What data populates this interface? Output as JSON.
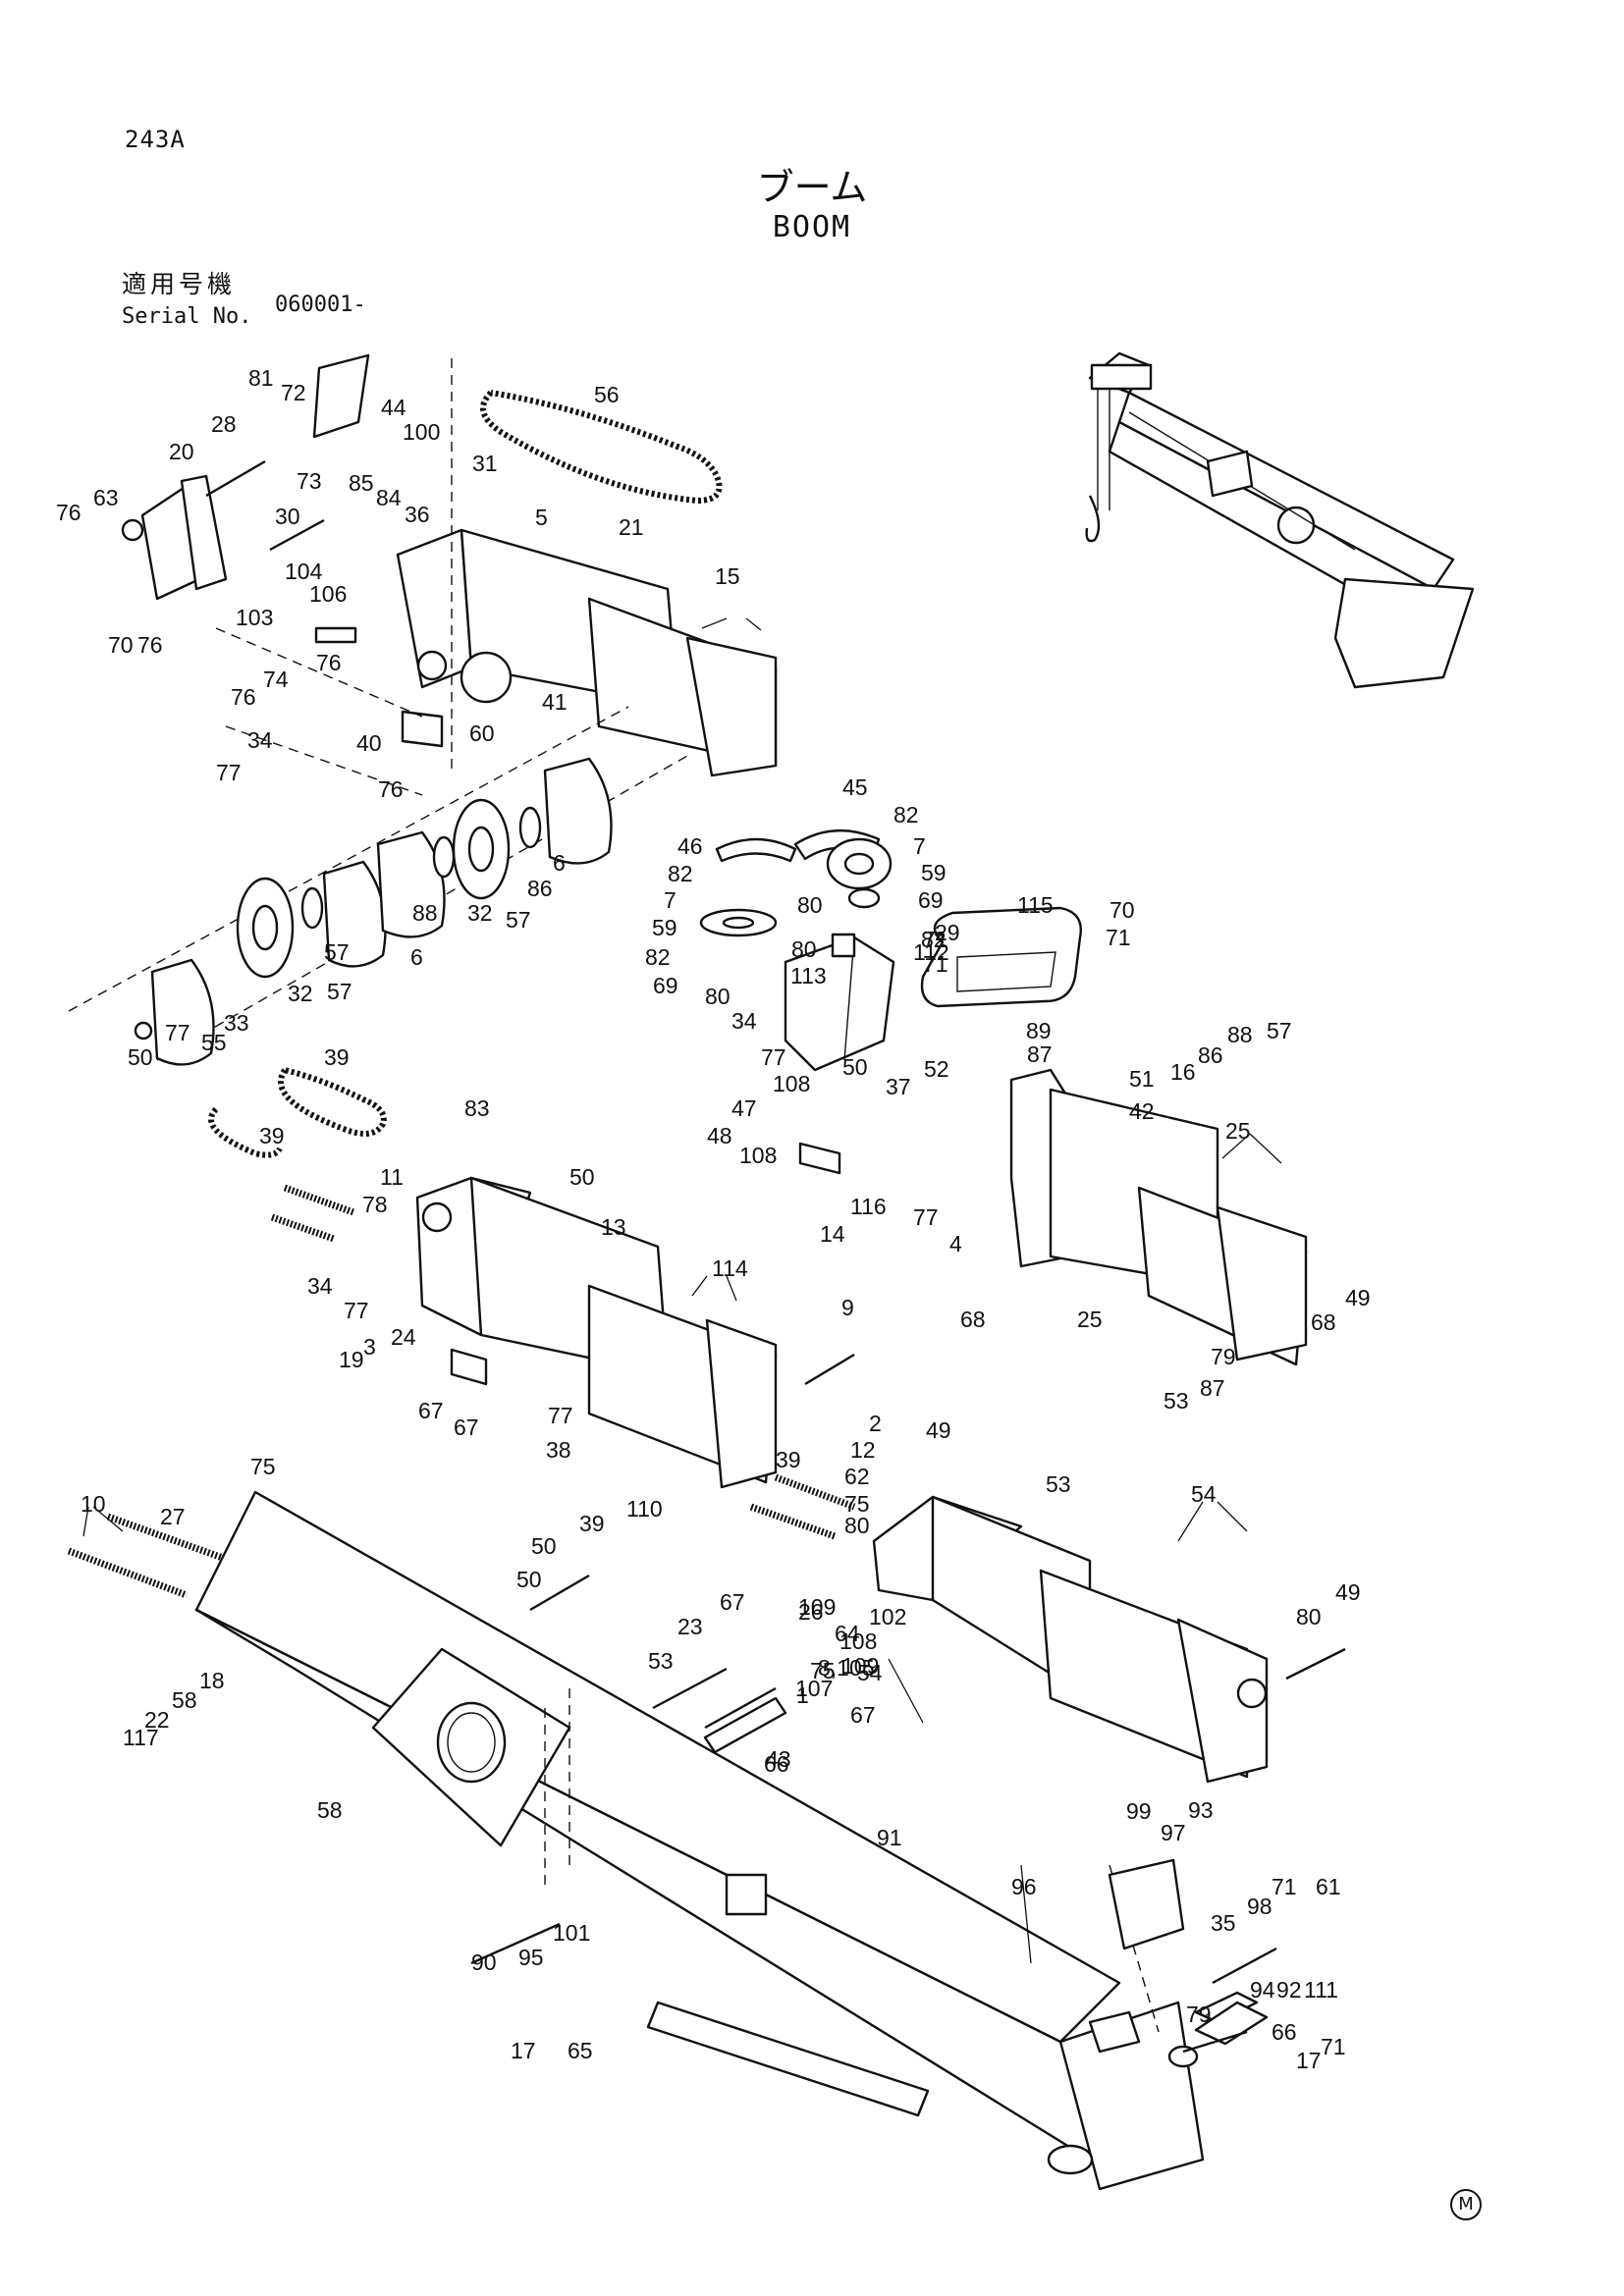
{
  "header": {
    "page_id": "243A",
    "title_jp": "ブーム",
    "title_en": "BOOM",
    "serial_label_jp": "適用号機",
    "serial_label_en": "Serial No.",
    "serial_value": "060001-"
  },
  "callouts": [
    "81",
    "72",
    "44",
    "56",
    "28",
    "20",
    "100",
    "31",
    "73",
    "85",
    "84",
    "36",
    "5",
    "21",
    "63",
    "76",
    "30",
    "104",
    "106",
    "15",
    "103",
    "76",
    "70",
    "76",
    "74",
    "76",
    "41",
    "60",
    "34",
    "77",
    "40",
    "76",
    "45",
    "82",
    "46",
    "7",
    "59",
    "82",
    "7",
    "69",
    "59",
    "82",
    "69",
    "80",
    "29",
    "71",
    "80",
    "113",
    "115",
    "70",
    "71",
    "82",
    "112",
    "71",
    "80",
    "34",
    "77",
    "50",
    "37",
    "89",
    "87",
    "52",
    "51",
    "42",
    "16",
    "86",
    "88",
    "57",
    "6",
    "86",
    "57",
    "32",
    "88",
    "57",
    "6",
    "57",
    "32",
    "33",
    "55",
    "77",
    "50",
    "39",
    "83",
    "11",
    "78",
    "50",
    "39",
    "13",
    "34",
    "77",
    "114",
    "108",
    "47",
    "48",
    "108",
    "116",
    "14",
    "77",
    "4",
    "25",
    "68",
    "25",
    "68",
    "79",
    "49",
    "53",
    "87",
    "19",
    "3",
    "24",
    "67",
    "67",
    "77",
    "38",
    "9",
    "110",
    "75",
    "27",
    "10",
    "50",
    "39",
    "50",
    "39",
    "2",
    "12",
    "62",
    "75",
    "49",
    "80",
    "53",
    "54",
    "23",
    "67",
    "26",
    "107",
    "109",
    "108",
    "102",
    "80",
    "49",
    "53",
    "54",
    "8,105",
    "1",
    "67",
    "43",
    "75",
    "64",
    "109",
    "66",
    "117",
    "22",
    "58",
    "18",
    "58",
    "91",
    "99",
    "97",
    "93",
    "96",
    "71",
    "98",
    "61",
    "35",
    "90",
    "95",
    "101",
    "94",
    "92",
    "111",
    "79",
    "71",
    "66",
    "17",
    "17",
    "65"
  ],
  "symbol_mark": "M"
}
